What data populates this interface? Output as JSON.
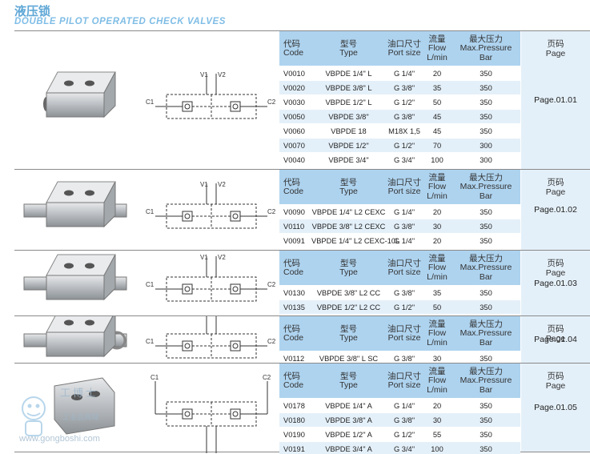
{
  "header": {
    "title_cn": "液压锁",
    "title_en": "DOUBLE PILOT OPERATED CHECK VALVES"
  },
  "columns": {
    "code_cn": "代码",
    "code_en": "Code",
    "type_cn": "型号",
    "type_en": "Type",
    "port_cn": "油口尺寸",
    "port_en": "Port size",
    "flow_cn": "流量",
    "flow_en1": "Flow",
    "flow_en2": "L/min",
    "pres_cn": "最大压力",
    "pres_en1": "Max.Pressure",
    "pres_en2": "Bar",
    "page_cn": "页码",
    "page_en": "Page"
  },
  "diagram_labels": {
    "v1": "V1",
    "v2": "V2",
    "c1": "C1",
    "c2": "C2"
  },
  "sections": [
    {
      "page": "Page.01.01",
      "rows": [
        {
          "code": "V0010",
          "type": "VBPDE 1/4\" L",
          "port": "G 1/4\"",
          "flow": "20",
          "pressure": "350"
        },
        {
          "code": "V0020",
          "type": "VBPDE 3/8\" L",
          "port": "G 3/8\"",
          "flow": "35",
          "pressure": "350"
        },
        {
          "code": "V0030",
          "type": "VBPDE 1/2\" L",
          "port": "G 1/2\"",
          "flow": "50",
          "pressure": "350"
        },
        {
          "code": "V0050",
          "type": "VBPDE 3/8\"",
          "port": "G 3/8\"",
          "flow": "45",
          "pressure": "350"
        },
        {
          "code": "V0060",
          "type": "VBPDE 18",
          "port": "M18X 1,5",
          "flow": "45",
          "pressure": "350"
        },
        {
          "code": "V0070",
          "type": "VBPDE 1/2\"",
          "port": "G 1/2\"",
          "flow": "70",
          "pressure": "300"
        },
        {
          "code": "V0040",
          "type": "VBPDE 3/4\"",
          "port": "G 3/4\"",
          "flow": "100",
          "pressure": "300"
        }
      ]
    },
    {
      "page": "Page.01.02",
      "rows": [
        {
          "code": "V0090",
          "type": "VBPDE 1/4\" L2 CEXC",
          "port": "G 1/4\"",
          "flow": "20",
          "pressure": "350"
        },
        {
          "code": "V0110",
          "type": "VBPDE 3/8\" L2 CEXC",
          "port": "G 3/8\"",
          "flow": "30",
          "pressure": "350"
        },
        {
          "code": "V0091",
          "type": "VBPDE 1/4\" L2 CEXC-10L",
          "port": "G 1/4\"",
          "flow": "20",
          "pressure": "350"
        }
      ]
    },
    {
      "page": "Page.01.03",
      "rows": [
        {
          "code": "V0130",
          "type": "VBPDE 3/8\" L2 CC",
          "port": "G 3/8\"",
          "flow": "35",
          "pressure": "350"
        },
        {
          "code": "V0135",
          "type": "VBPDE 1/2\" L2 CC",
          "port": "G 1/2\"",
          "flow": "50",
          "pressure": "350"
        }
      ]
    },
    {
      "page": "Page.01.04",
      "rows": [
        {
          "code": "V0112",
          "type": "VBPDE 3/8\" L SC",
          "port": "G 3/8\"",
          "flow": "30",
          "pressure": "350"
        }
      ]
    },
    {
      "page": "Page.01.05",
      "rows": [
        {
          "code": "V0178",
          "type": "VBPDE 1/4\" A",
          "port": "G 1/4\"",
          "flow": "20",
          "pressure": "350"
        },
        {
          "code": "V0180",
          "type": "VBPDE 3/8\" A",
          "port": "G 3/8\"",
          "flow": "30",
          "pressure": "350"
        },
        {
          "code": "V0190",
          "type": "VBPDE 1/2\" A",
          "port": "G 1/2\"",
          "flow": "55",
          "pressure": "350"
        },
        {
          "code": "V0191",
          "type": "VBPDE 3/4\" A",
          "port": "G 3/4\"",
          "flow": "100",
          "pressure": "350"
        }
      ]
    }
  ],
  "watermark": {
    "brand_cn": "工博士",
    "sub_cn": "工业品商城",
    "url": "www.gongboshi.com"
  }
}
